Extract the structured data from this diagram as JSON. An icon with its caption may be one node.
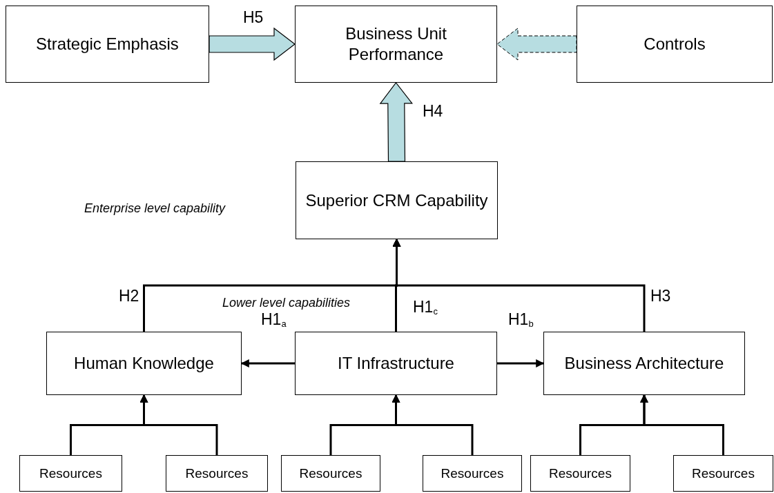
{
  "diagram": {
    "nodes": [
      {
        "text": [
          "Strategic Emphasis"
        ]
      },
      {
        "text": [
          "Business Unit Performance"
        ]
      },
      {
        "text": [
          "Controls"
        ]
      },
      {
        "text": [
          "Superior CRM Capability"
        ]
      },
      {
        "text": [
          "Human Knowledge"
        ]
      },
      {
        "text": [
          "IT Infrastructure"
        ]
      },
      {
        "text": [
          "Business Architecture"
        ]
      },
      {
        "text": [
          "Resources"
        ]
      },
      {
        "text": [
          "Resources"
        ]
      },
      {
        "text": [
          "Resources"
        ]
      },
      {
        "text": [
          "Resources"
        ]
      },
      {
        "text": [
          "Resources"
        ]
      },
      {
        "text": [
          "Resources"
        ]
      }
    ],
    "edges": [
      {
        "from": 0,
        "to": 1,
        "arrow": "to",
        "label": "H5",
        "style": "thick",
        "color": "#b7dde1"
      },
      {
        "from": 2,
        "to": 1,
        "arrow": "to",
        "style": "dashed",
        "color": "#b7dde1"
      },
      {
        "from": 3,
        "to": 1,
        "arrow": "to",
        "label": "H4",
        "style": "thick",
        "color": "#b7dde1"
      },
      {
        "from": 4,
        "to": 3,
        "arrow": "to",
        "label": "H2"
      },
      {
        "from": 5,
        "to": 3,
        "arrow": "to",
        "label": "H1$_{c}$"
      },
      {
        "from": 6,
        "to": 3,
        "arrow": "to",
        "label": "H3"
      },
      {
        "from": 5,
        "to": 4,
        "arrow": "to",
        "label": "H1$_{a}$"
      },
      {
        "from": 5,
        "to": 6,
        "arrow": "to",
        "label": "H1$_{b}$"
      },
      {
        "from": 7,
        "to": 4,
        "arrow": "to"
      },
      {
        "from": 8,
        "to": 4,
        "arrow": "to"
      },
      {
        "from": 9,
        "to": 5,
        "arrow": "to"
      },
      {
        "from": 10,
        "to": 5,
        "arrow": "to"
      },
      {
        "from": 11,
        "to": 6,
        "arrow": "to"
      },
      {
        "from": 12,
        "to": 6,
        "arrow": "to"
      }
    ],
    "labels": [
      "Enterprise level capability",
      "Lower level capabilities"
    ]
  }
}
